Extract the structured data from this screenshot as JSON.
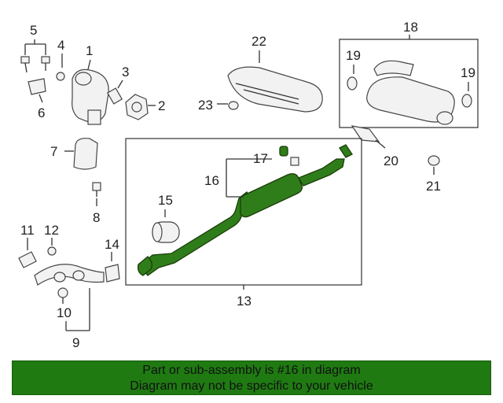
{
  "callouts": {
    "c1": "1",
    "c2": "2",
    "c3": "3",
    "c4": "4",
    "c5": "5",
    "c6": "6",
    "c7": "7",
    "c8": "8",
    "c9": "9",
    "c10": "10",
    "c11": "11",
    "c12": "12",
    "c13": "13",
    "c14": "14",
    "c15": "15",
    "c16": "16",
    "c17": "17",
    "c18": "18",
    "c19a": "19",
    "c19b": "19",
    "c20": "20",
    "c21": "21",
    "c22": "22",
    "c23": "23"
  },
  "highlight_color": "#2f7d1a",
  "banner": {
    "line1": "Part or sub-assembly is #16 in diagram",
    "line2": "Diagram may not be specific to your vehicle",
    "background": "#1f7a12"
  }
}
